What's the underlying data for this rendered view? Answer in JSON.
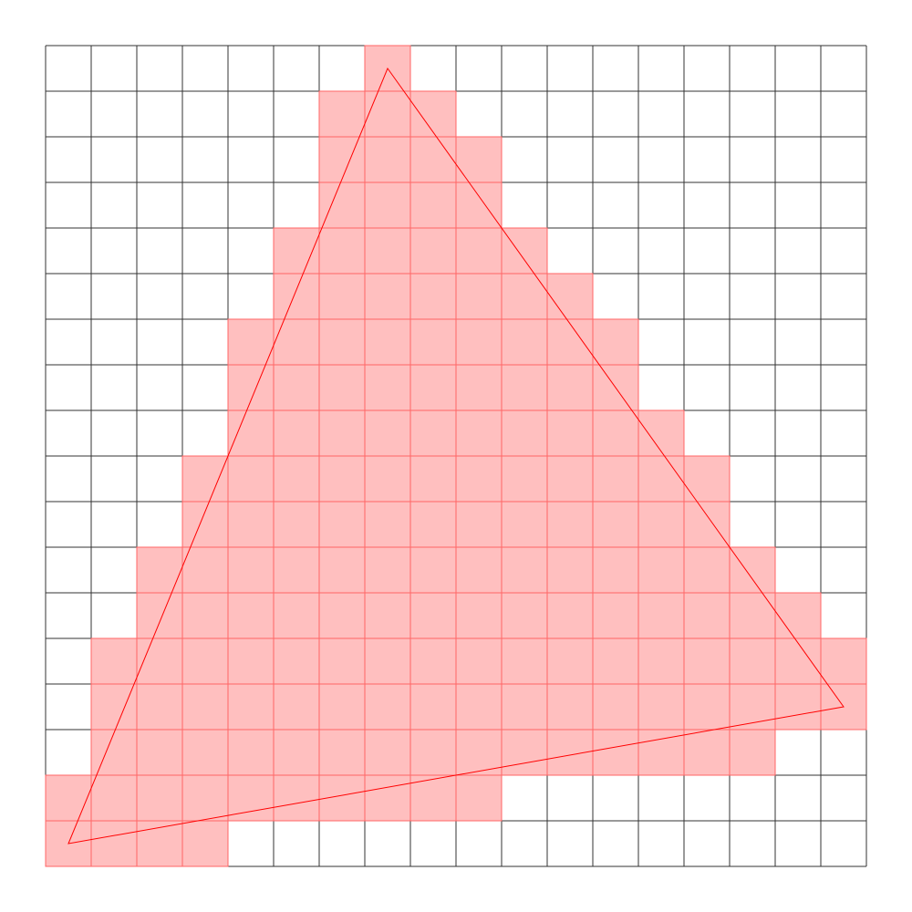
{
  "grid": {
    "rows": 18,
    "cols": 18
  },
  "colors": {
    "grid_line": "#333333",
    "cell_fill": "#ffbfbf",
    "cell_line": "#ff6666",
    "triangle_stroke": "#ff0000",
    "background": "#ffffff"
  },
  "triangle_vertices": [
    {
      "x": 7.5,
      "y": 0.5
    },
    {
      "x": 17.5,
      "y": 14.5
    },
    {
      "x": 0.5,
      "y": 17.5
    }
  ],
  "filled_cells": [
    [
      7
    ],
    [
      6,
      7,
      8
    ],
    [
      6,
      7,
      8,
      9
    ],
    [
      6,
      7,
      8,
      9
    ],
    [
      5,
      6,
      7,
      8,
      9,
      10
    ],
    [
      5,
      6,
      7,
      8,
      9,
      10,
      11
    ],
    [
      4,
      5,
      6,
      7,
      8,
      9,
      10,
      11,
      12
    ],
    [
      4,
      5,
      6,
      7,
      8,
      9,
      10,
      11,
      12
    ],
    [
      4,
      5,
      6,
      7,
      8,
      9,
      10,
      11,
      12,
      13
    ],
    [
      3,
      4,
      5,
      6,
      7,
      8,
      9,
      10,
      11,
      12,
      13,
      14
    ],
    [
      3,
      4,
      5,
      6,
      7,
      8,
      9,
      10,
      11,
      12,
      13,
      14
    ],
    [
      2,
      3,
      4,
      5,
      6,
      7,
      8,
      9,
      10,
      11,
      12,
      13,
      14,
      15
    ],
    [
      2,
      3,
      4,
      5,
      6,
      7,
      8,
      9,
      10,
      11,
      12,
      13,
      14,
      15,
      16
    ],
    [
      1,
      2,
      3,
      4,
      5,
      6,
      7,
      8,
      9,
      10,
      11,
      12,
      13,
      14,
      15,
      16,
      17
    ],
    [
      1,
      2,
      3,
      4,
      5,
      6,
      7,
      8,
      9,
      10,
      11,
      12,
      13,
      14,
      15,
      16,
      17
    ],
    [
      1,
      2,
      3,
      4,
      5,
      6,
      7,
      8,
      9,
      10,
      11,
      12,
      13,
      14,
      15
    ],
    [
      0,
      1,
      2,
      3,
      4,
      5,
      6,
      7,
      8,
      9
    ],
    [
      0,
      1,
      2,
      3
    ]
  ]
}
